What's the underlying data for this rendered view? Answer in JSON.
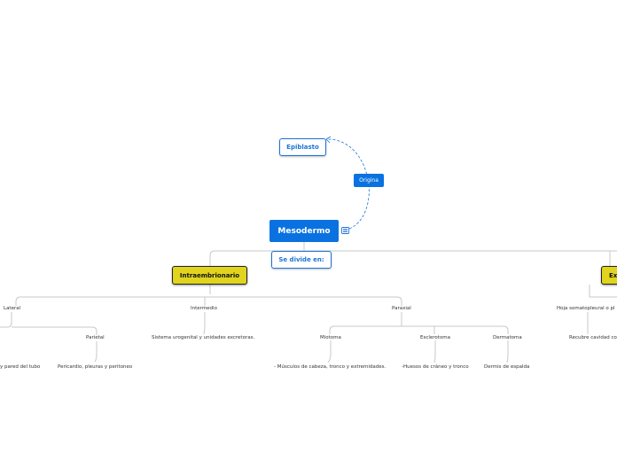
{
  "central": {
    "label": "Mesodermo"
  },
  "origin": {
    "label": "Epiblasto",
    "relation": "Origina"
  },
  "divide": {
    "label": "Se divide en:"
  },
  "branches": {
    "intra": {
      "label": "Intraembrionario",
      "lateral": {
        "label": "Lateral",
        "visceral_child": "y pared del tubo",
        "parietal": {
          "label": "Parietal",
          "child": "Pericardio, pleuras y peritoneo"
        }
      },
      "intermedio": {
        "label": "Intermedio",
        "child": "Sistema urogenital y unidades excretoras."
      },
      "paraxial": {
        "label": "Paraxial",
        "miotoma": {
          "label": "Miotoma",
          "child": "- Músculos de cabeza, tronco y extremidades."
        },
        "esclerotoma": {
          "label": "Esclerotoma",
          "child": "-Huesos de cráneo y tronco"
        },
        "dermatoma": {
          "label": "Dermatoma",
          "child": "Dermis de espalda"
        }
      }
    },
    "extra": {
      "label": "Ex",
      "hoja": {
        "label": "Hoja somatopleural o pl",
        "child": "Recubre cavidad co"
      }
    }
  },
  "colors": {
    "accent": "#0a72e0",
    "outline": "#1f73d6",
    "yellow_node": "#e0d41e",
    "connector": "#c8c8c8"
  },
  "icons": {
    "note": "note-icon"
  }
}
